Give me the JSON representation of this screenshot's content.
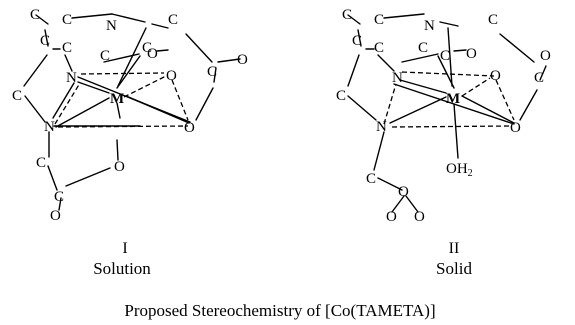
{
  "structures": [
    {
      "numeral": "I",
      "state": "Solution",
      "atom_labels": [
        "C",
        "N",
        "C",
        "C",
        "C",
        "C",
        "C",
        "N",
        "C",
        "O",
        "O",
        "C",
        "O",
        "C",
        "M",
        "N",
        "O",
        "O",
        "C",
        "C",
        "O"
      ]
    },
    {
      "numeral": "II",
      "state": "Solid",
      "atom_labels": [
        "C",
        "N",
        "C",
        "C",
        "C",
        "C",
        "C",
        "N",
        "C",
        "O",
        "O",
        "C",
        "C",
        "M",
        "N",
        "O",
        "O",
        "C",
        "O"
      ],
      "water_label": "OH",
      "water_sub": "2"
    }
  ],
  "caption": "Proposed Stereochemistry of [Co(TAMETA)]"
}
